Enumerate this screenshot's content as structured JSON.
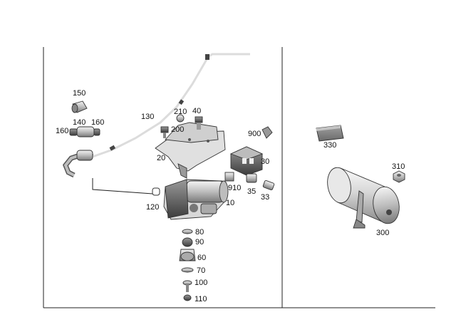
{
  "diagram": {
    "part_numbers": {
      "p150": "150",
      "p140": "140",
      "p160a": "160",
      "p160b": "160",
      "p130": "130",
      "p210": "210",
      "p40": "40",
      "p200": "200",
      "p20": "20",
      "p900": "900",
      "p30": "30",
      "p910": "910",
      "p35": "35",
      "p33": "33",
      "p120": "120",
      "p10": "10",
      "p80": "80",
      "p90": "90",
      "p60": "60",
      "p70": "70",
      "p100": "100",
      "p110": "110",
      "p330": "330",
      "p310": "310",
      "p300": "300"
    }
  }
}
